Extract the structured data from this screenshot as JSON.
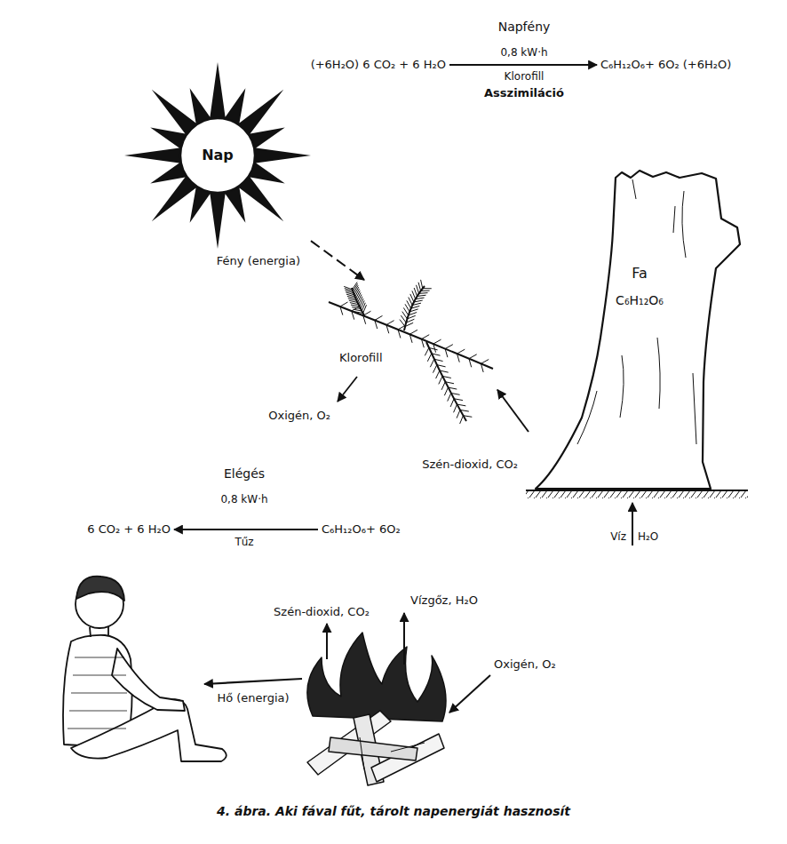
{
  "diagram": {
    "caption": "4. ábra. Aki fával fűt, tárolt napenergiát hasznosít",
    "nodes": [
      {
        "text": [
          "Nap"
        ]
      },
      {
        "text": [
          "Klorofill"
        ]
      },
      {
        "text": [
          "Fa",
          "C₆H₁₂O₆"
        ]
      }
    ],
    "edges": [
      {
        "from": 0,
        "to": 1,
        "arrow": "to",
        "label": "Fény (energia)"
      },
      {
        "from": 2,
        "to": 1,
        "arrow": "to",
        "label": "Szén-dioxid, CO₂"
      }
    ],
    "labels": [
      "Napfény",
      "0,8 kW·h",
      "(+6H₂O) 6 CO₂ + 6 H₂O",
      "C₆H₁₂O₆+ 6O₂ (+6H₂O)",
      "Klorofill",
      "Asszimiláció",
      "Oxigén, O₂",
      "Víz",
      "H₂O",
      "Elégés",
      "0,8 kW·h",
      "6 CO₂ + 6 H₂O",
      "C₆H₁₂O₆+ 6O₂",
      "Tűz",
      "Szén-dioxid, CO₂",
      "Vízgőz, H₂O",
      "Oxigén, O₂",
      "Hő (energia)"
    ]
  }
}
